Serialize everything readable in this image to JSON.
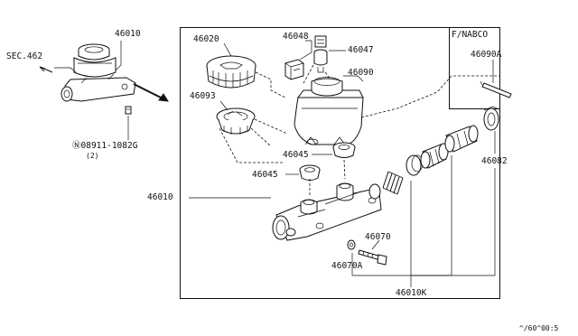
{
  "diagram": {
    "labels": {
      "sec": "SEC.462",
      "p46010_small": "46010",
      "nut": "Ⓝ08911-1082G",
      "nut_qty": "(2)",
      "p46020": "46020",
      "p46093": "46093",
      "p46048": "46048",
      "p46047": "46047",
      "p46090": "46090",
      "p46045a": "46045",
      "p46045b": "46045",
      "p46010_main": "46010",
      "p46070": "46070",
      "p46070A": "46070A",
      "p46010K": "46010K",
      "p46082": "46082",
      "fnabco": "F/NABCO",
      "p46090A": "46090A",
      "code": "^/60^00:5"
    }
  }
}
